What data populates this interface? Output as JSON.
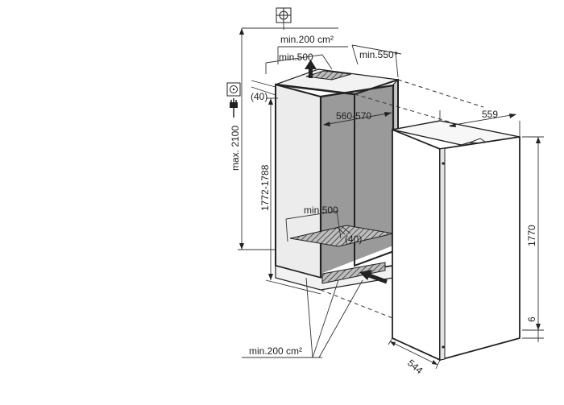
{
  "colors": {
    "line": "#222222",
    "niche_interior": "#9a9a9a",
    "appliance_face": "#ffffff",
    "background": "#ffffff"
  },
  "icons": {
    "water_symbol": "crosshair-circle-icon",
    "socket_symbol": "socket-icon",
    "plug_symbol": "plug-icon",
    "airflow_arrow": "arrow-up-icon",
    "intake_arrow": "arrow-left-icon"
  },
  "labels": {
    "vent_top_area": "min.200 cm²",
    "vent_top_depth": "min.500",
    "niche_depth": "min.550",
    "asterisk": "*",
    "max_height": "max. 2100",
    "top_offset": "(40)",
    "niche_width": "560-570",
    "niche_height": "1772-1788",
    "bottom_depth": "min 500",
    "bottom_offset": "(40)",
    "vent_bottom_area": "min.200 cm²",
    "appliance_width": "559",
    "appliance_height": "1770",
    "appliance_depth": "544",
    "plinth": "6"
  }
}
